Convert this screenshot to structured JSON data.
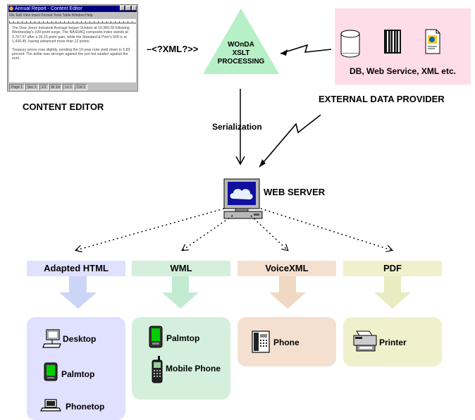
{
  "editor": {
    "title": "Annual Report - Content Editor",
    "menu": "File  Edit  View  Insert  Format  Tools  Table  Window  Help",
    "paragraph_1": "The Dow Jones Industrial Average began October at 10,389.28 following Wednesday's 109-point surge. The NASDAQ composite index stands at 3,767.07 after a 26.15-point gain, while the Standard & Poor's 500 is at 1,436.45, having advanced more than 12 points.",
    "paragraph_2": "Treasury prices rose slightly, sending the 10-year note yield down to 5.83 percent. The dollar was stronger against the yen but weaker against the euro.",
    "status": [
      "Page 1",
      "Sec 1",
      "1/1",
      "At 1in",
      "Ln 1",
      "Col 1"
    ],
    "label": "CONTENT EDITOR"
  },
  "xml_arrow_label": "–<?XML?>>",
  "processor": {
    "line1": "WOnDA",
    "line2": "XSLT",
    "line3": "PROCESSING"
  },
  "provider": {
    "caption": "DB, Web Service, XML etc.",
    "label": "EXTERNAL DATA PROVIDER"
  },
  "serialization_label": "Serialization",
  "web_server_label": "WEB SERVER",
  "categories": [
    {
      "name": "Adapted HTML",
      "bar_color": "#e0e0ff",
      "arrow_color": "#cdd5f7",
      "panel_color": "#e0e0ff"
    },
    {
      "name": "WML",
      "bar_color": "#d4f0dc",
      "arrow_color": "#c2ebd1",
      "panel_color": "#d4f0dc"
    },
    {
      "name": "VoiceXML",
      "bar_color": "#f5e0d0",
      "arrow_color": "#f0d8c2",
      "panel_color": "#f5e0d0"
    },
    {
      "name": "PDF",
      "bar_color": "#f0f0cc",
      "arrow_color": "#e8ecc0",
      "panel_color": "#f0f0cc"
    }
  ],
  "devices": {
    "html": [
      "Desktop",
      "Palmtop",
      "Phonetop"
    ],
    "wml": [
      "Palmtop",
      "Mobile Phone"
    ],
    "voicexml": [
      "Phone"
    ],
    "pdf": [
      "Printer"
    ]
  },
  "colors": {
    "triangle": "#b7f0c7",
    "provider_bg": "#ffdde8",
    "monitor_screen": "#1010a0",
    "palmtop_screen": "#00d000"
  }
}
